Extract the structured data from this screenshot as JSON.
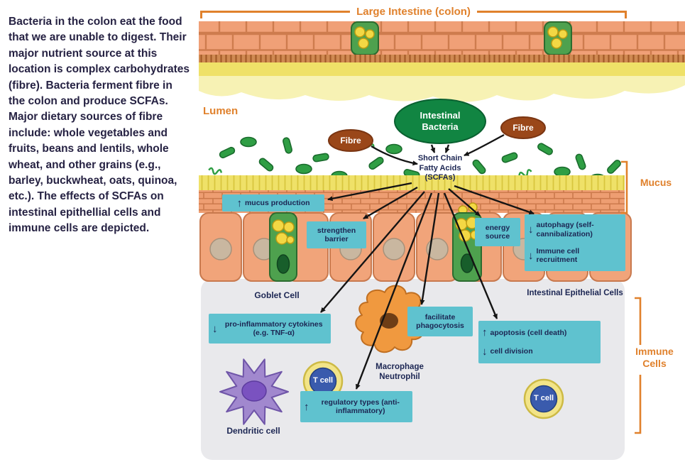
{
  "description": "Bacteria in the colon eat the food that we are unable to digest. Their major nutrient source at this location is complex carbohydrates (fibre). Bacteria ferment fibre in the colon and produce SCFAs. Major dietary sources of fibre include: whole vegetables and fruits, beans and lentils, whole wheat, and other grains (e.g., barley, buckwheat, oats, quinoa, etc.). The effects of SCFAs on intestinal epithellial cells and immune cells are depicted.",
  "diagram": {
    "title": "Large Intestine (colon)",
    "region_labels": {
      "lumen": "Lumen",
      "mucus": "Mucus",
      "immune_cells": "Immune Cells"
    },
    "nodes": {
      "intestinal_bacteria": "Intestinal Bacteria",
      "fibre_left": "Fibre",
      "fibre_right": "Fibre",
      "scfa": "Short Chain Fatty Acids (SCFAs)"
    },
    "cell_labels": {
      "goblet": "Goblet Cell",
      "epithelial": "Intestinal Epithelial Cells",
      "macrophage": "Macrophage Neutrophil",
      "dendritic": "Dendritic cell",
      "tcell_left": "T cell",
      "tcell_right": "T cell"
    },
    "effects": {
      "mucus": {
        "arrow": "↑",
        "text": "mucus production"
      },
      "barrier": {
        "text": "strengthen barrier"
      },
      "energy": {
        "text": "energy source"
      },
      "autophagy": {
        "arrow": "↓",
        "text": "autophagy (self-cannibalization)"
      },
      "recruitment": {
        "arrow": "↓",
        "text": "Immune cell recruitment"
      },
      "cytokines": {
        "arrow": "↓",
        "text": "pro-inflammatory cytokines (e.g. TNF-α)"
      },
      "phagocytosis": {
        "text": "facilitate phagocytosis"
      },
      "apoptosis": {
        "arrow": "↑",
        "text": "apoptosis (cell death)"
      },
      "division": {
        "arrow": "↓",
        "text": "cell division"
      },
      "regulatory": {
        "arrow": "↑",
        "text": "regulatory types (anti-inflammatory)"
      }
    },
    "colors": {
      "accent_orange": "#E0812C",
      "effect_box_teal": "#5FC2CF",
      "navy_text": "#1C2653",
      "bacteria_green": "#2F9E44",
      "fibre_brown": "#9A4719",
      "bacteria_node_green": "#118542"
    }
  }
}
